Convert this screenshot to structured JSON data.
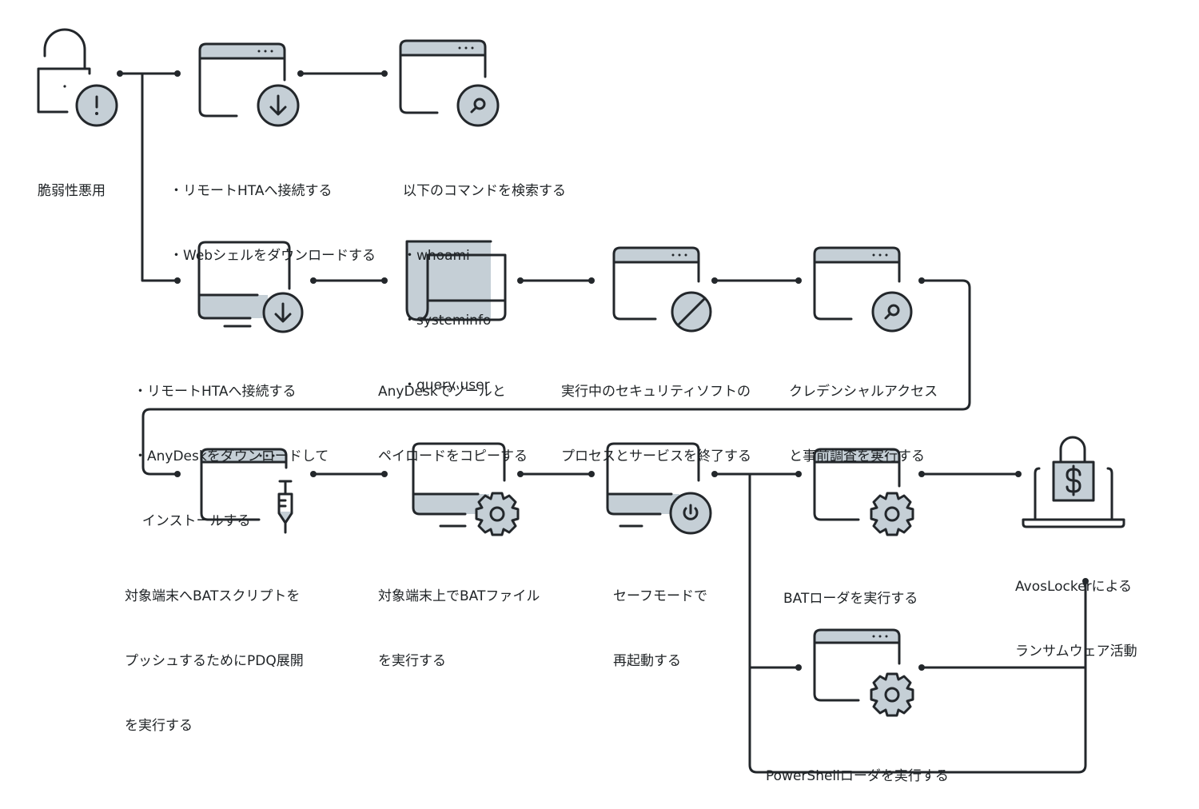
{
  "diagram": {
    "language": "ja",
    "colors": {
      "stroke": "#23272b",
      "accent_fill": "#c5cfd6",
      "background": "#ffffff",
      "text": "#1f2326"
    },
    "nodes": [
      {
        "id": "exploit",
        "icon": "unlocked-padlock-warning-icon",
        "lines": [
          "脆弱性悪用"
        ]
      },
      {
        "id": "remote-hta-webshell",
        "icon": "browser-download-icon",
        "lines": [
          "・リモートHTAへ接続する",
          "・Webシェルをダウンロードする"
        ]
      },
      {
        "id": "search-commands",
        "icon": "browser-search-icon",
        "lines": [
          "以下のコマンドを検索する",
          "・whoami",
          "・systeminfo",
          "・query user"
        ]
      },
      {
        "id": "remote-hta-anydesk",
        "icon": "monitor-download-icon",
        "lines": [
          "・リモートHTAへ接続する",
          "・AnyDeskをダウンロードして",
          "  インストールする"
        ]
      },
      {
        "id": "anydesk-copy",
        "icon": "copy-documents-icon",
        "lines": [
          "AnyDeskでツールと",
          "ペイロードをコピーする"
        ]
      },
      {
        "id": "kill-security",
        "icon": "browser-blocked-icon",
        "lines": [
          "実行中のセキュリティソフトの",
          "プロセスとサービスを終了する"
        ]
      },
      {
        "id": "credential-access",
        "icon": "browser-search-icon",
        "lines": [
          "クレデンシャルアクセス",
          "と事前調査を実行する"
        ]
      },
      {
        "id": "pdq-deploy",
        "icon": "browser-syringe-icon",
        "lines": [
          "対象端末へBATスクリプトを",
          "プッシュするためにPDQ展開",
          "を実行する"
        ]
      },
      {
        "id": "run-bat-file",
        "icon": "monitor-gear-icon",
        "lines": [
          "対象端末上でBATファイル",
          "を実行する"
        ]
      },
      {
        "id": "safe-mode-reboot",
        "icon": "monitor-power-icon",
        "lines": [
          "セーフモードで",
          "再起動する"
        ]
      },
      {
        "id": "bat-loader",
        "icon": "browser-gear-icon",
        "lines": [
          "BATローダを実行する"
        ]
      },
      {
        "id": "avoslocker",
        "icon": "laptop-ransom-lock-icon",
        "lines": [
          "AvosLockerによる",
          "ランサムウェア活動"
        ]
      },
      {
        "id": "powershell-loader",
        "icon": "browser-gear-icon",
        "lines": [
          "PowerShellローダを実行する"
        ]
      }
    ],
    "edges": [
      [
        "exploit",
        "remote-hta-webshell"
      ],
      [
        "exploit",
        "remote-hta-anydesk"
      ],
      [
        "remote-hta-webshell",
        "search-commands"
      ],
      [
        "remote-hta-anydesk",
        "anydesk-copy"
      ],
      [
        "anydesk-copy",
        "kill-security"
      ],
      [
        "kill-security",
        "credential-access"
      ],
      [
        "credential-access",
        "pdq-deploy"
      ],
      [
        "pdq-deploy",
        "run-bat-file"
      ],
      [
        "run-bat-file",
        "safe-mode-reboot"
      ],
      [
        "safe-mode-reboot",
        "bat-loader"
      ],
      [
        "safe-mode-reboot",
        "powershell-loader"
      ],
      [
        "bat-loader",
        "avoslocker"
      ],
      [
        "powershell-loader",
        "avoslocker"
      ]
    ]
  }
}
